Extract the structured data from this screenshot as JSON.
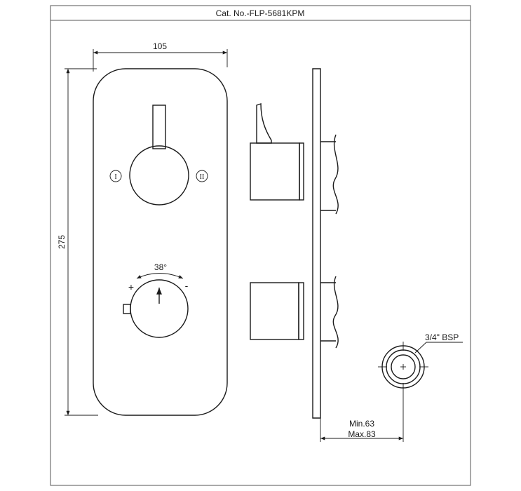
{
  "title_block": {
    "catalog_number": "Cat. No.-FLP-5681KPM"
  },
  "dimensions": {
    "plate_width": "105",
    "plate_height": "275",
    "rotation_angle": "38°",
    "rotation_plus": "+",
    "rotation_minus": "-",
    "thread_size": "3/4\" BSP",
    "depth_min": "Min.63",
    "depth_max": "Max.83"
  },
  "markings": {
    "outlet_one": "I",
    "outlet_two": "II"
  }
}
